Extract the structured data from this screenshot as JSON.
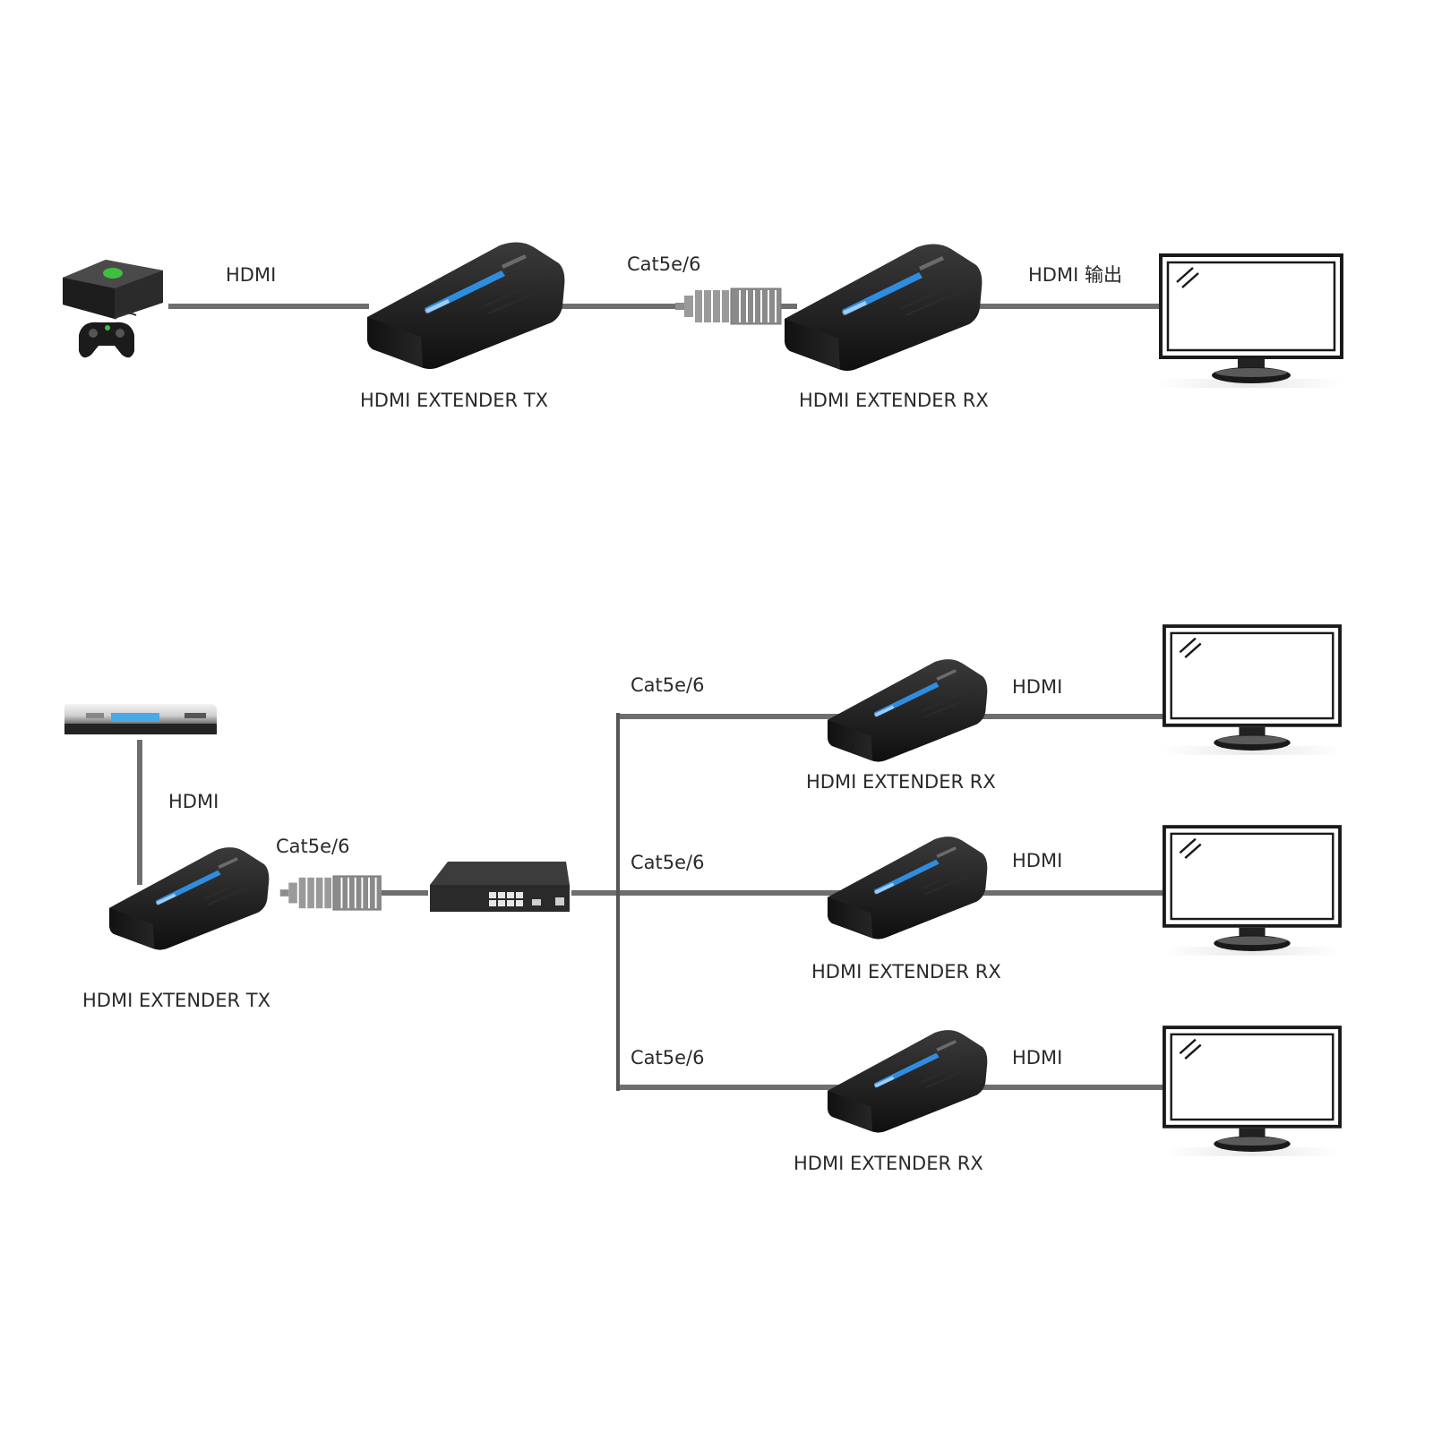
{
  "scenario_single": {
    "source_device": "game-console",
    "hdmi_in_label": "HDMI",
    "cable_label": "Cat5e/6",
    "hdmi_out_label": "HDMI 输出",
    "tx_label": "HDMI EXTENDER TX",
    "rx_label": "HDMI EXTENDER RX"
  },
  "scenario_multi": {
    "source_device": "set-top-box",
    "hdmi_in_label": "HDMI",
    "tx_label": "HDMI EXTENDER TX",
    "tx_cable_label": "Cat5e/6",
    "switch": "network-switch",
    "branches": [
      {
        "cable_label": "Cat5e/6",
        "rx_label": "HDMI EXTENDER RX",
        "hdmi_label": "HDMI"
      },
      {
        "cable_label": "Cat5e/6",
        "rx_label": "HDMI EXTENDER RX",
        "hdmi_label": "HDMI"
      },
      {
        "cable_label": "Cat5e/6",
        "rx_label": "HDMI EXTENDER RX",
        "hdmi_label": "HDMI"
      }
    ]
  },
  "colors": {
    "device_body": "#1c1c1c",
    "device_accent": "#2f8de0",
    "cable": "#6e6e6e",
    "connector": "#9a9a9a",
    "console_logo": "#3fbf3f"
  }
}
